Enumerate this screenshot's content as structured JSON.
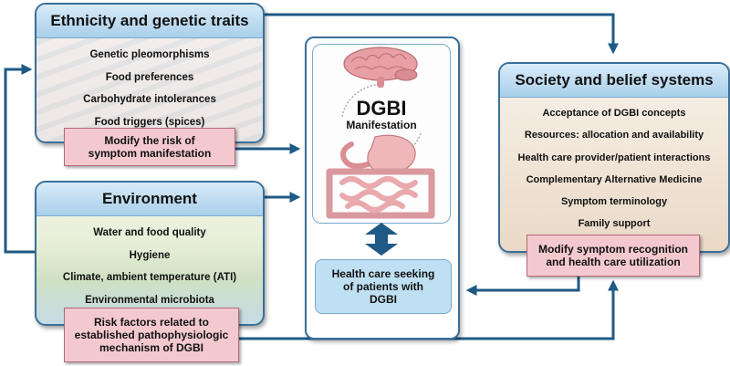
{
  "ethnicity": {
    "title": "Ethnicity and genetic traits",
    "items": [
      "Genetic pleomorphisms",
      "Food preferences",
      "Carbohydrate intolerances",
      "Food triggers (spices)"
    ],
    "outcome_line1": "Modify the risk of",
    "outcome_line2": "symptom manifestation"
  },
  "environment": {
    "title": "Environment",
    "items": [
      "Water and food quality",
      "Hygiene",
      "Climate, ambient temperature (ATI)",
      "Environmental microbiota"
    ],
    "outcome_line1": "Risk factors related to",
    "outcome_line2": "established pathophysiologic",
    "outcome_line3": "mechanism of DGBI"
  },
  "society": {
    "title": "Society and belief systems",
    "items": [
      "Acceptance of DGBI concepts",
      "Resources: allocation and availability",
      "Health care provider/patient interactions",
      "Complementary Alternative Medicine",
      "Symptom terminology",
      "Family support"
    ],
    "outcome_line1": "Modify symptom recognition",
    "outcome_line2": "and health care utilization"
  },
  "center": {
    "title": "DGBI",
    "subtitle": "Manifestation",
    "healthcare_line1": "Health care seeking",
    "healthcare_line2": "of patients with",
    "healthcare_line3": "DGBI"
  },
  "colors": {
    "arrow": "#1e5a85",
    "panel_header": "#a9cfea",
    "outcome_box": "#f3c9cf",
    "healthcare_box": "#bfe0f3"
  }
}
